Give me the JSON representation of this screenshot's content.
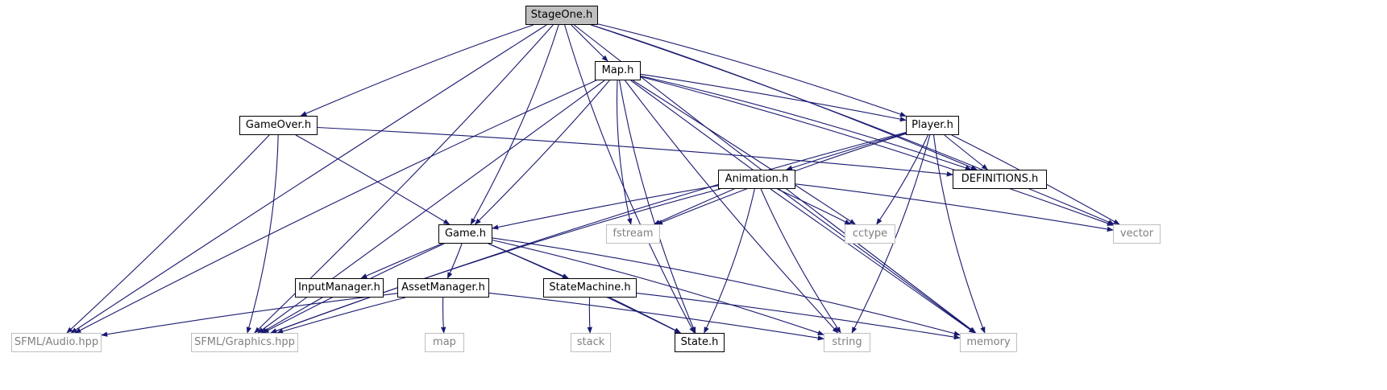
{
  "graph": {
    "root": "stageone",
    "colors": {
      "edge": "#191970",
      "local_border": "#000000",
      "system_border": "#bfbfbf",
      "system_text": "#808080",
      "root_fill": "#bfbfbf"
    },
    "nodes": [
      {
        "id": "stageone",
        "label": "StageOne.h",
        "kind": "root"
      },
      {
        "id": "map",
        "label": "Map.h",
        "kind": "local"
      },
      {
        "id": "gameover",
        "label": "GameOver.h",
        "kind": "local"
      },
      {
        "id": "player",
        "label": "Player.h",
        "kind": "local"
      },
      {
        "id": "animation",
        "label": "Animation.h",
        "kind": "local"
      },
      {
        "id": "definitions",
        "label": "DEFINITIONS.h",
        "kind": "local"
      },
      {
        "id": "fstream",
        "label": "fstream",
        "kind": "system"
      },
      {
        "id": "cctype",
        "label": "cctype",
        "kind": "system"
      },
      {
        "id": "vector",
        "label": "vector",
        "kind": "system"
      },
      {
        "id": "game",
        "label": "Game.h",
        "kind": "local"
      },
      {
        "id": "inputmanager",
        "label": "InputManager.h",
        "kind": "local"
      },
      {
        "id": "assetmanager",
        "label": "AssetManager.h",
        "kind": "local"
      },
      {
        "id": "statemachine",
        "label": "StateMachine.h",
        "kind": "local"
      },
      {
        "id": "sfmlaudio",
        "label": "SFML/Audio.hpp",
        "kind": "system"
      },
      {
        "id": "sfmlgraphics",
        "label": "SFML/Graphics.hpp",
        "kind": "system"
      },
      {
        "id": "map_std",
        "label": "map",
        "kind": "system"
      },
      {
        "id": "stack",
        "label": "stack",
        "kind": "system"
      },
      {
        "id": "state",
        "label": "State.h",
        "kind": "local"
      },
      {
        "id": "string",
        "label": "string",
        "kind": "system"
      },
      {
        "id": "memory",
        "label": "memory",
        "kind": "system"
      }
    ],
    "edges": [
      [
        "stageone",
        "map"
      ],
      [
        "stageone",
        "gameover"
      ],
      [
        "stageone",
        "game"
      ],
      [
        "stageone",
        "player"
      ],
      [
        "stageone",
        "definitions"
      ],
      [
        "stageone",
        "vector"
      ],
      [
        "stageone",
        "memory"
      ],
      [
        "stageone",
        "sfmlaudio"
      ],
      [
        "stageone",
        "sfmlgraphics"
      ],
      [
        "stageone",
        "state"
      ],
      [
        "map",
        "player"
      ],
      [
        "map",
        "game"
      ],
      [
        "map",
        "fstream"
      ],
      [
        "map",
        "cctype"
      ],
      [
        "map",
        "vector"
      ],
      [
        "map",
        "string"
      ],
      [
        "map",
        "memory"
      ],
      [
        "map",
        "state"
      ],
      [
        "map",
        "sfmlgraphics"
      ],
      [
        "map",
        "sfmlaudio"
      ],
      [
        "map",
        "definitions"
      ],
      [
        "gameover",
        "game"
      ],
      [
        "gameover",
        "definitions"
      ],
      [
        "gameover",
        "sfmlaudio"
      ],
      [
        "gameover",
        "sfmlgraphics"
      ],
      [
        "player",
        "animation"
      ],
      [
        "player",
        "definitions"
      ],
      [
        "player",
        "cctype"
      ],
      [
        "player",
        "vector"
      ],
      [
        "player",
        "string"
      ],
      [
        "player",
        "memory"
      ],
      [
        "player",
        "fstream"
      ],
      [
        "player",
        "sfmlgraphics"
      ],
      [
        "animation",
        "game"
      ],
      [
        "animation",
        "fstream"
      ],
      [
        "animation",
        "cctype"
      ],
      [
        "animation",
        "vector"
      ],
      [
        "animation",
        "state"
      ],
      [
        "animation",
        "string"
      ],
      [
        "animation",
        "memory"
      ],
      [
        "animation",
        "sfmlgraphics"
      ],
      [
        "game",
        "inputmanager"
      ],
      [
        "game",
        "assetmanager"
      ],
      [
        "game",
        "statemachine"
      ],
      [
        "game",
        "sfmlgraphics"
      ],
      [
        "game",
        "state"
      ],
      [
        "game",
        "string"
      ],
      [
        "game",
        "memory"
      ],
      [
        "inputmanager",
        "sfmlgraphics"
      ],
      [
        "assetmanager",
        "map_std"
      ],
      [
        "assetmanager",
        "sfmlaudio"
      ],
      [
        "assetmanager",
        "sfmlgraphics"
      ],
      [
        "assetmanager",
        "string"
      ],
      [
        "statemachine",
        "stack"
      ],
      [
        "statemachine",
        "state"
      ],
      [
        "statemachine",
        "memory"
      ]
    ]
  }
}
